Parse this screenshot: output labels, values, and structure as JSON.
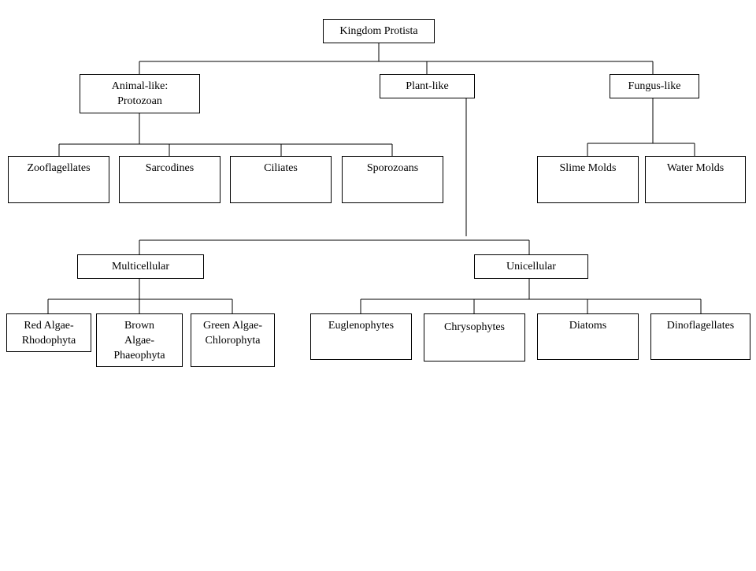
{
  "diagram": {
    "root": "Kingdom Protista",
    "groups": {
      "animal_like": "Animal-like:\nProtozoan",
      "plant_like": "Plant-like",
      "fungus_like": "Fungus-like"
    },
    "animal_like_children": [
      "Zooflagellates",
      "Sarcodines",
      "Ciliates",
      "Sporozoans"
    ],
    "fungus_like_children": [
      "Slime Molds",
      "Water Molds"
    ],
    "plant_like_divisions": {
      "multicellular": "Multicellular",
      "unicellular": "Unicellular"
    },
    "multicellular_children": [
      "Red Algae-\nRhodophyta",
      "Brown\nAlgae-\nPhaeophyta",
      "Green Algae-\nChlorophyta"
    ],
    "unicellular_children": [
      "Euglenophytes",
      "Chrysophytes",
      "Diatoms",
      "Dinoflagellates"
    ]
  }
}
